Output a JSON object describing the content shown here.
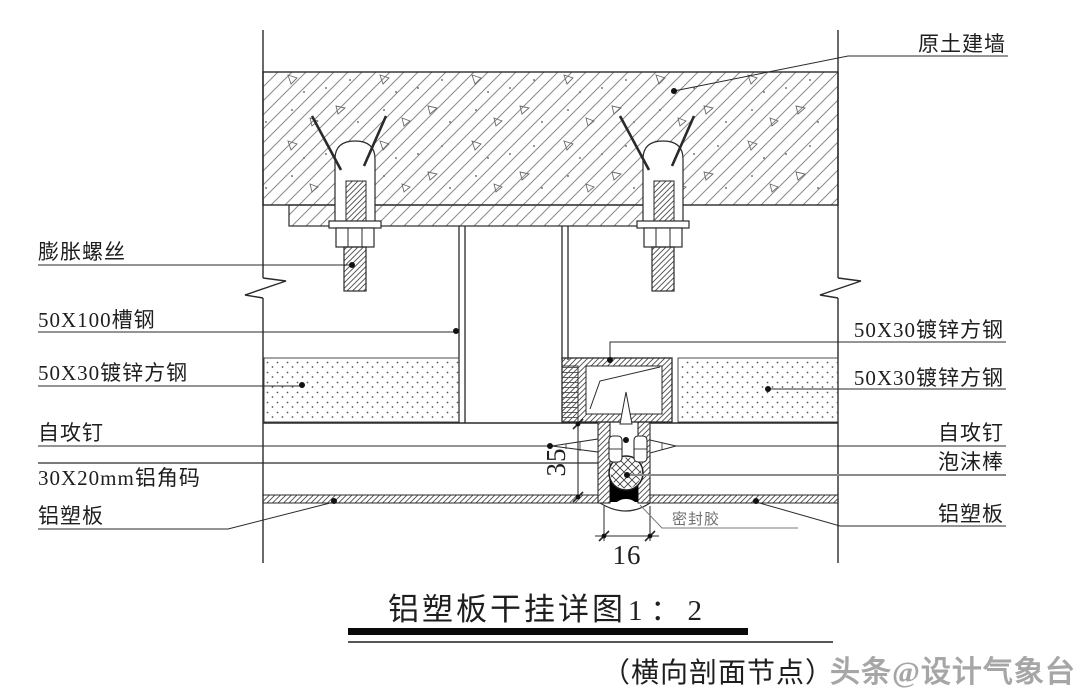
{
  "drawing_title": {
    "name": "铝塑板干挂详图",
    "scale": "1：2",
    "subtitle": "（横向剖面节点）",
    "watermark": "头条@设计气象台"
  },
  "labels": {
    "wall": "原土建墙",
    "expansion_screw": "膨胀螺丝",
    "channel_steel": "50X100槽钢",
    "square_steel_left": "50X30镀锌方钢",
    "self_tapping_screw_left": "自攻钉",
    "aluminum_angle": "30X20mm铝角码",
    "acp_left": "铝塑板",
    "square_steel_right_top": "50X30镀锌方钢",
    "square_steel_right_bottom": "50X30镀锌方钢",
    "self_tapping_screw_right": "自攻钉",
    "foam_rod": "泡沫棒",
    "acp_right": "铝塑板",
    "sealant": "密封胶"
  },
  "dimensions": {
    "joint_depth": "35",
    "joint_width": "16"
  },
  "colors": {
    "line": "#2a2a2a",
    "watermark": "#a6a6a6",
    "sealant_fill": "#000000"
  }
}
